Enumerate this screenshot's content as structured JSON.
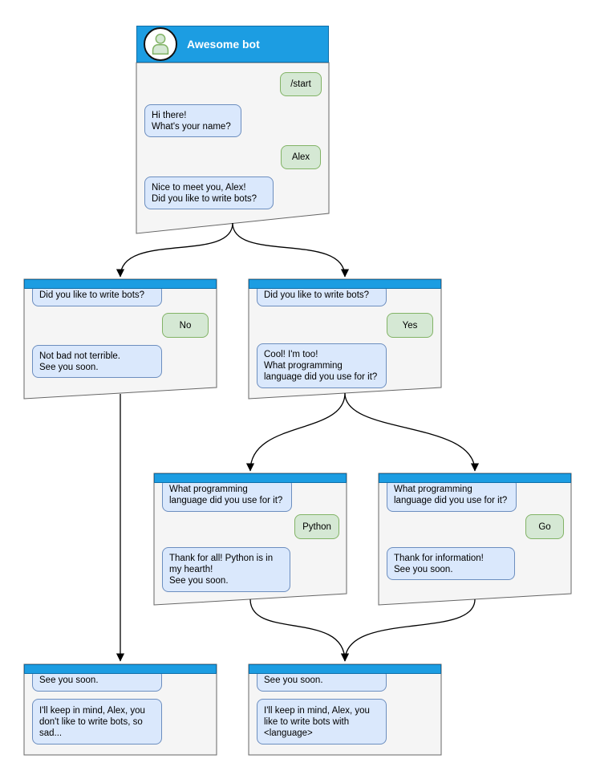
{
  "diagram": {
    "colors": {
      "titlebar_blue": "#1C9DE2",
      "titlebar_border": "#0E6EA8",
      "window_bg": "#F5F5F5",
      "window_border": "#666666",
      "bot_bubble_bg": "#DAE8FC",
      "bot_bubble_border": "#6C8EBF",
      "user_bubble_bg": "#D5E8D4",
      "user_bubble_border": "#82B366",
      "arrow": "#000000"
    },
    "windows": [
      {
        "id": "start",
        "title": "Awesome bot",
        "avatar_icon": "person-icon",
        "messages": [
          {
            "side": "user",
            "text": "/start"
          },
          {
            "side": "bot",
            "text": "Hi there!\nWhat's your name?"
          },
          {
            "side": "user",
            "text": "Alex"
          },
          {
            "side": "bot",
            "text": "Nice to meet you, Alex!\nDid you like to write bots?"
          }
        ]
      },
      {
        "id": "branch-no",
        "messages": [
          {
            "side": "bot",
            "text": "Did you like to write bots?"
          },
          {
            "side": "user",
            "text": "No"
          },
          {
            "side": "bot",
            "text": "Not bad not terrible.\nSee you soon."
          }
        ]
      },
      {
        "id": "branch-yes",
        "messages": [
          {
            "side": "bot",
            "text": "Did you like to write bots?"
          },
          {
            "side": "user",
            "text": "Yes"
          },
          {
            "side": "bot",
            "text": "Cool! I'm too!\nWhat programming\nlanguage did you use for it?"
          }
        ]
      },
      {
        "id": "branch-python",
        "messages": [
          {
            "side": "bot",
            "text": "What programming\nlanguage did you use for it?"
          },
          {
            "side": "user",
            "text": "Python"
          },
          {
            "side": "bot",
            "text": "Thank for all! Python is in\nmy hearth!\nSee you soon."
          }
        ]
      },
      {
        "id": "branch-go",
        "messages": [
          {
            "side": "bot",
            "text": "What programming\nlanguage did you use for it?"
          },
          {
            "side": "user",
            "text": "Go"
          },
          {
            "side": "bot",
            "text": "Thank for information!\nSee you soon."
          }
        ]
      },
      {
        "id": "end-no",
        "messages": [
          {
            "side": "bot",
            "text": "See you soon."
          },
          {
            "side": "bot",
            "text": "I'll keep in mind, Alex, you\ndon't like to write bots, so\nsad..."
          }
        ]
      },
      {
        "id": "end-yes",
        "messages": [
          {
            "side": "bot",
            "text": "See you soon."
          },
          {
            "side": "bot",
            "text": "I'll keep in mind, Alex, you\nlike to write bots with\n<language>"
          }
        ]
      }
    ],
    "edges": [
      {
        "from": "start",
        "to": "branch-no"
      },
      {
        "from": "start",
        "to": "branch-yes"
      },
      {
        "from": "branch-no",
        "to": "end-no"
      },
      {
        "from": "branch-yes",
        "to": "branch-python"
      },
      {
        "from": "branch-yes",
        "to": "branch-go"
      },
      {
        "from": "branch-python",
        "to": "end-yes"
      },
      {
        "from": "branch-go",
        "to": "end-yes"
      }
    ]
  }
}
